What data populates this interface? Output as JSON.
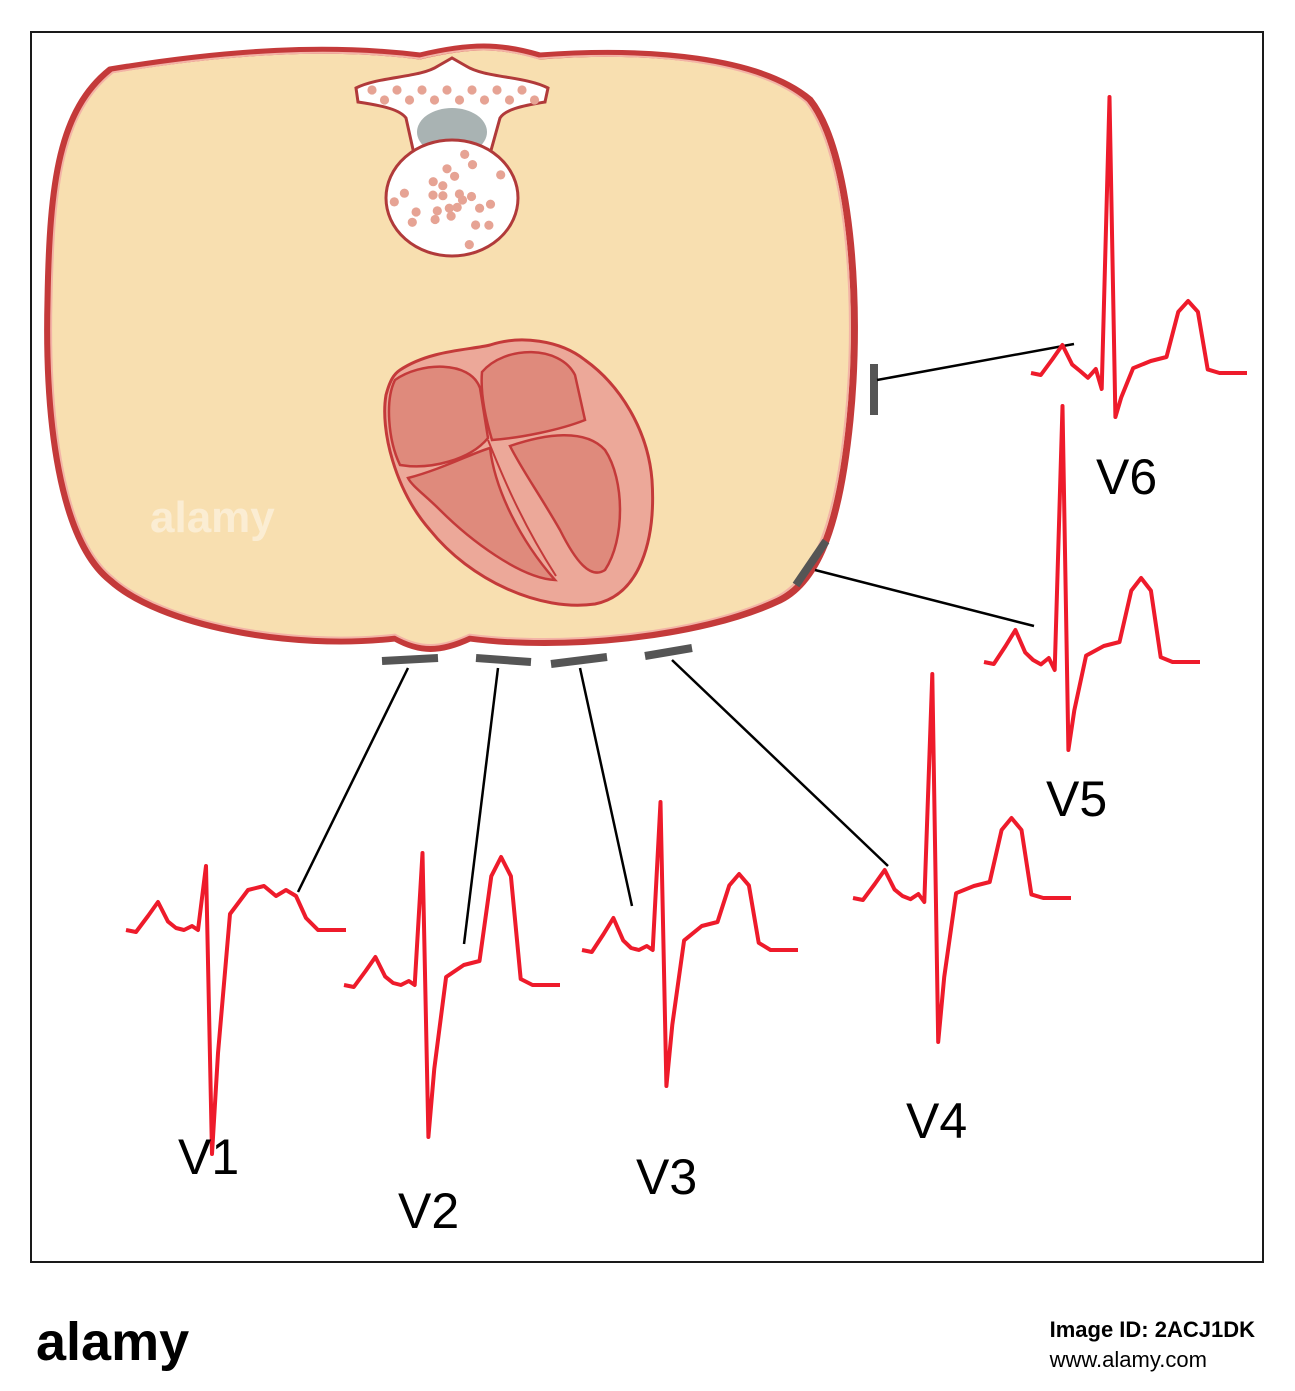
{
  "colors": {
    "body_fill": "#f8dfb0",
    "body_stroke": "#c43a3a",
    "heart_outer": "#eca899",
    "heart_inner": "#df8a7c",
    "ecg_trace": "#ee1b2b",
    "electrode": "#555555",
    "lead_line": "#000000"
  },
  "leads": [
    {
      "label": "V1",
      "trace": {
        "p": 0.7,
        "q": 0.0,
        "r": 1.6,
        "s": 5.6,
        "st": 1.0,
        "t": 1.0
      }
    },
    {
      "label": "V2",
      "trace": {
        "p": 0.7,
        "q": 0.0,
        "r": 3.3,
        "s": 3.8,
        "st": 0.5,
        "t": 3.2
      }
    },
    {
      "label": "V3",
      "trace": {
        "p": 0.8,
        "q": 0.0,
        "r": 3.7,
        "s": 3.4,
        "st": 0.6,
        "t": 1.9
      }
    },
    {
      "label": "V4",
      "trace": {
        "p": 0.7,
        "q": 0.1,
        "r": 5.6,
        "s": 3.6,
        "st": 0.3,
        "t": 2.0
      }
    },
    {
      "label": "V5",
      "trace": {
        "p": 0.8,
        "q": 0.2,
        "r": 6.4,
        "s": 2.2,
        "st": 0.4,
        "t": 2.1
      }
    },
    {
      "label": "V6",
      "trace": {
        "p": 0.7,
        "q": 0.4,
        "r": 6.9,
        "s": 1.1,
        "st": 0.3,
        "t": 1.8
      }
    }
  ],
  "watermark": {
    "text": "alamy"
  },
  "footer": {
    "logo": "alamy",
    "image_id": "Image ID: 2ACJ1DK",
    "site": "www.alamy.com"
  }
}
